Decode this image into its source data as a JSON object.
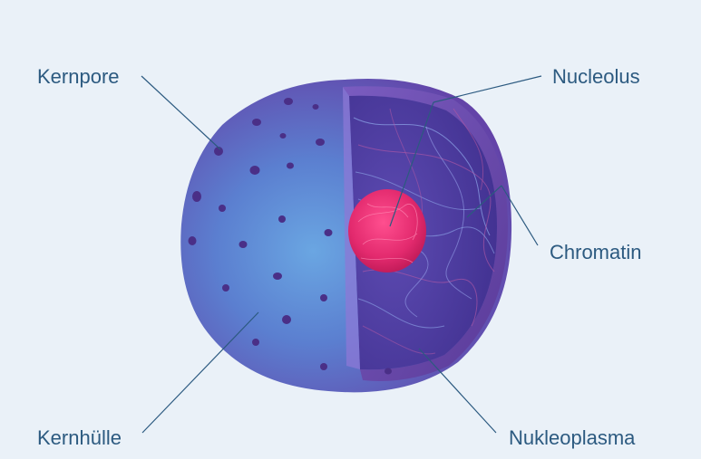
{
  "labels": {
    "kernpore": "Kernpore",
    "nucleolus": "Nucleolus",
    "chromatin": "Chromatin",
    "kernhuelle": "Kernhülle",
    "nukleoplasma": "Nukleoplasma"
  },
  "colors": {
    "background": "#eaf1f8",
    "label_text": "#2c5a80",
    "leader_line": "#2c5a80",
    "envelope_light": "#5a8fd6",
    "envelope_dark": "#5f3fa0",
    "nucleoplasm": "#4a3a9e",
    "nucleolus": "#e0306f",
    "pore": "#4a2f87"
  }
}
